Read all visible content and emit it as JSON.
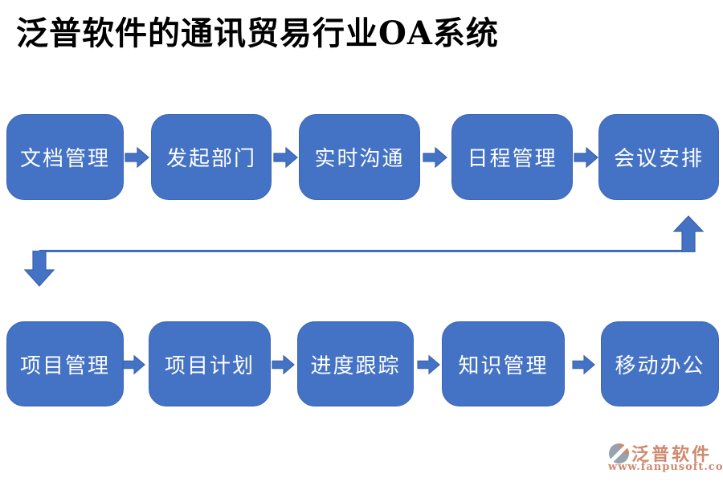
{
  "title": "泛普软件的通讯贸易行业OA系统",
  "colors": {
    "background": "#FFFFFF",
    "title-color": "#000000",
    "box-blue": "#4472C4",
    "box-border": "#3D66B3",
    "arrow-blue": "#4472C4",
    "arrow-border": "#3A62AD",
    "logo-coral": "#CE8A70",
    "logo-gray": "#97A2AE"
  },
  "flow": {
    "top_row": [
      {
        "label": "文档管理"
      },
      {
        "label": "发起部门"
      },
      {
        "label": "实时沟通"
      },
      {
        "label": "日程管理"
      },
      {
        "label": "会议安排"
      }
    ],
    "bottom_row": [
      {
        "label": "项目管理"
      },
      {
        "label": "项目计划"
      },
      {
        "label": "进度跟踪"
      },
      {
        "label": "知识管理"
      },
      {
        "label": "移动办公"
      }
    ]
  },
  "logo": {
    "name": "泛普软件",
    "url": "www.fanpusoft.com"
  }
}
